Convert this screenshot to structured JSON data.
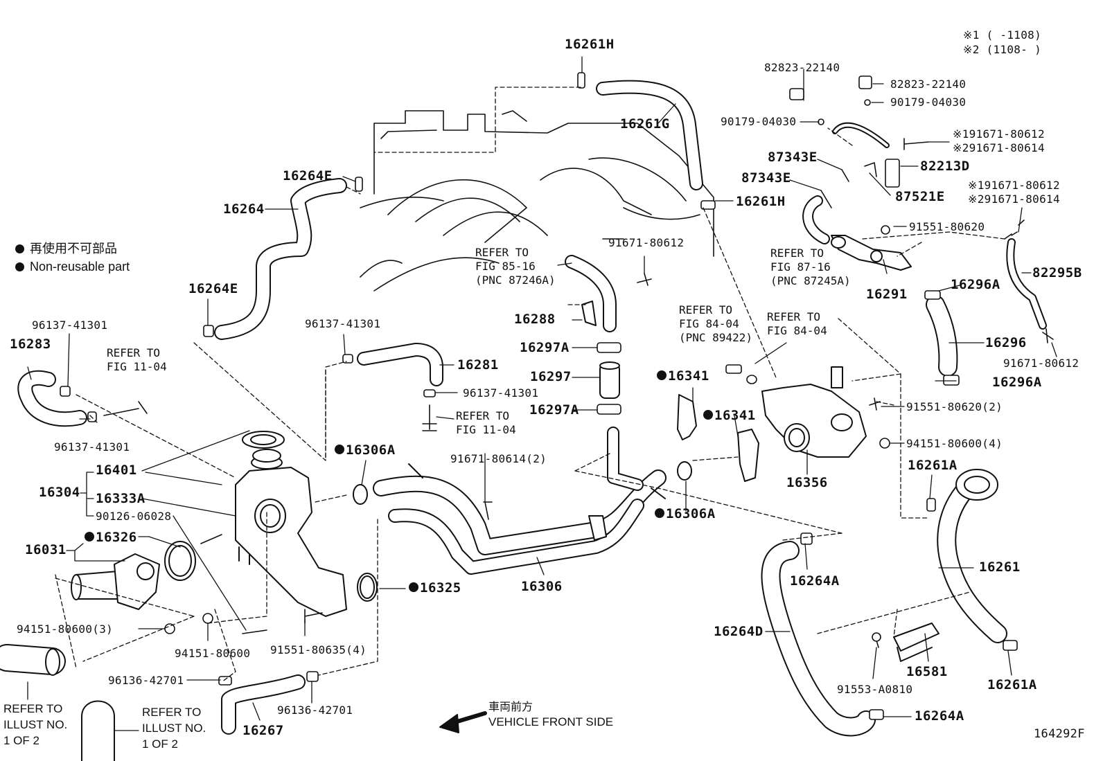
{
  "diagram_id": "164292F",
  "notes": {
    "n1": "※1 (   -1108)",
    "n2": "※2 (1108-   )"
  },
  "legend": {
    "cn": "再使用不可部品",
    "en": "Non-reusable part"
  },
  "front_side": {
    "cn": "車両前方",
    "en": "VEHICLE FRONT SIDE"
  },
  "labels": {
    "p16261H_top": "16261H",
    "p16261G": "16261G",
    "p16261H_mid": "16261H",
    "p16264E_top": "16264E",
    "p16264": "16264",
    "p16264E_bot": "16264E",
    "p82823_a": "82823-22140",
    "p82823_b": "82823-22140",
    "p90179_a": "90179-04030",
    "p90179_b": "90179-04030",
    "p91671_80612_a": "※191671-80612",
    "p91671_80614_a": "※291671-80614",
    "p87343E_a": "87343E",
    "p87343E_b": "87343E",
    "p82213D": "82213D",
    "p87521E": "87521E",
    "p91671_80612_b": "※191671-80612",
    "p91671_80614_b": "※291671-80614",
    "p91551_80620": "91551-80620",
    "p82295B": "82295B",
    "p16296A_top": "16296A",
    "p16291": "16291",
    "p16296": "16296",
    "p91671_80612_c": "91671-80612",
    "p16296A_bot": "16296A",
    "p91671_80612_d": "91671-80612",
    "p16288": "16288",
    "p16297A_top": "16297A",
    "p16297": "16297",
    "p16297A_bot": "16297A",
    "p96137_a": "96137-41301",
    "p16283": "16283",
    "p96137_b": "96137-41301",
    "p96137_c": "96137-41301",
    "p16281": "16281",
    "p96137_d": "96137-41301",
    "p16341_a": "16341",
    "p16341_b": "16341",
    "p91551_80620_2": "91551-80620(2)",
    "p94151_80600_4": "94151-80600(4)",
    "p16356": "16356",
    "p16261A_top": "16261A",
    "p16306A_top": "16306A",
    "p16306A_bot": "16306A",
    "p16401": "16401",
    "p16304": "16304",
    "p16333A": "16333A",
    "p90126": "90126-06028",
    "p16031": "16031",
    "p16326": "16326",
    "p91671_80614_2": "91671-80614(2)",
    "p16325": "16325",
    "p16306": "16306",
    "p16264A_top": "16264A",
    "p16261": "16261",
    "p16264D": "16264D",
    "p16581": "16581",
    "p91553": "91553-A0810",
    "p16261A_bot": "16261A",
    "p16264A_bot": "16264A",
    "p94151_80600_3": "94151-80600(3)",
    "p94151_80600": "94151-80600",
    "p91551_80635": "91551-80635(4)",
    "p96136_a": "96136-42701",
    "p96136_b": "96136-42701",
    "p16267": "16267"
  },
  "refs": {
    "r_85_16": "REFER TO\nFIG 85-16\n(PNC 87246A)",
    "r_87_16": "REFER TO\nFIG 87-16\n(PNC 87245A)",
    "r_84_04_a": "REFER TO\nFIG 84-04\n(PNC 89422)",
    "r_84_04_b": "REFER TO\nFIG 84-04",
    "r_11_04_a": "REFER TO\nFIG 11-04",
    "r_11_04_b": "REFER TO\nFIG 11-04",
    "r_illust_a": "REFER TO\nILLUST NO.\n1 OF 2",
    "r_illust_b": "REFER TO\nILLUST NO.\n1 OF 2"
  }
}
